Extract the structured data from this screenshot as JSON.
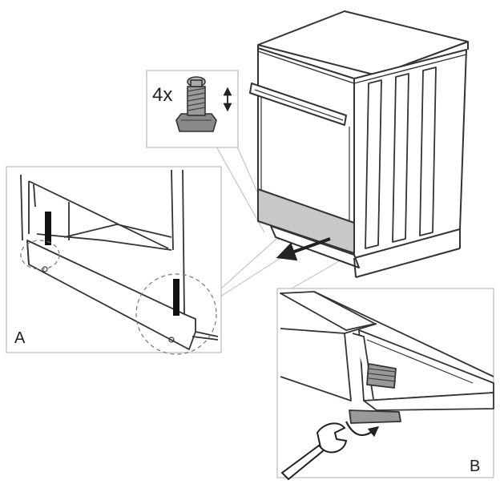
{
  "figure": {
    "inset_foot": {
      "quantity_label": "4x",
      "icon": "adjustable-foot-icon",
      "arrow_icon": "up-down-arrow-icon"
    },
    "panel_a": {
      "label": "A"
    },
    "panel_b": {
      "label": "B"
    },
    "main": {
      "arrow_icon": "pull-out-arrow-icon"
    },
    "colors": {
      "line": "#333333",
      "plinth_fill": "#c8c8c8",
      "panel_border": "#bbbbbb"
    }
  }
}
